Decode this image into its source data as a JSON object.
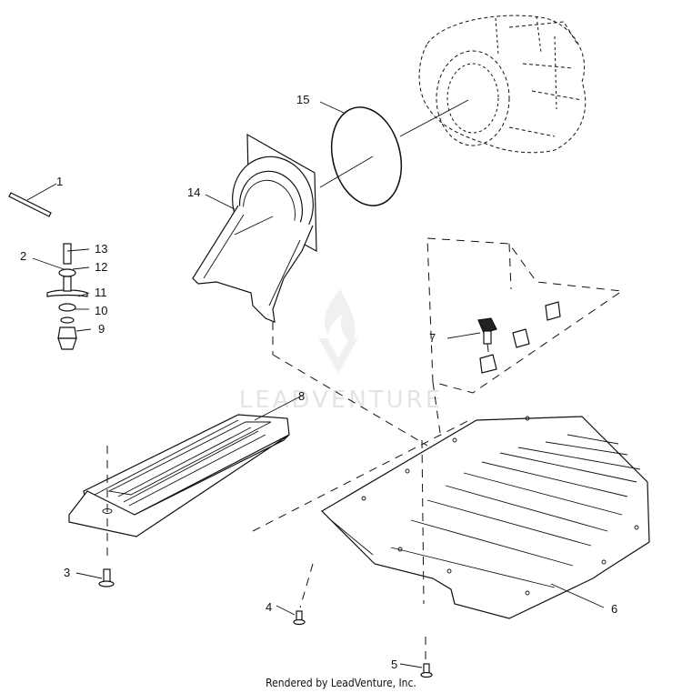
{
  "watermark": {
    "text": "LEADVENTURE",
    "logo": "leadventure-flame-logo"
  },
  "footer": {
    "text": "Rendered by LeadVenture, Inc."
  },
  "callouts": [
    {
      "id": "1",
      "label": "1"
    },
    {
      "id": "2",
      "label": "2"
    },
    {
      "id": "3",
      "label": "3"
    },
    {
      "id": "4",
      "label": "4"
    },
    {
      "id": "5",
      "label": "5"
    },
    {
      "id": "6",
      "label": "6"
    },
    {
      "id": "7",
      "label": "7"
    },
    {
      "id": "8",
      "label": "8"
    },
    {
      "id": "9",
      "label": "9"
    },
    {
      "id": "10",
      "label": "10"
    },
    {
      "id": "11",
      "label": "11"
    },
    {
      "id": "12",
      "label": "12"
    },
    {
      "id": "13",
      "label": "13"
    },
    {
      "id": "14",
      "label": "14"
    },
    {
      "id": "15",
      "label": "15"
    }
  ]
}
